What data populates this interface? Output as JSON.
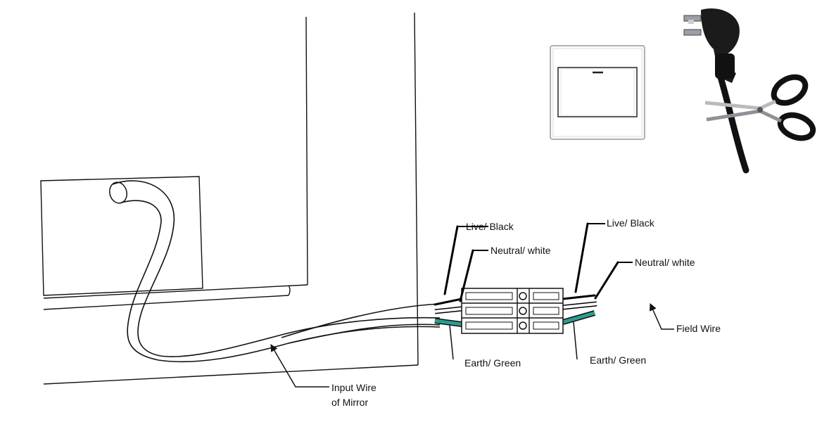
{
  "labels": {
    "input_live": "Live/ Black",
    "input_neutral": "Neutral/ white",
    "input_earth": "Earth/ Green",
    "field_live": "Live/ Black",
    "field_neutral": "Neutral/ white",
    "field_earth": "Earth/ Green",
    "field_wire": "Field Wire",
    "input_wire_line1": "Input Wire",
    "input_wire_line2": "of Mirror"
  },
  "colors": {
    "live": "#000000",
    "neutral": "#ffffff",
    "earth": "#2a9d8f",
    "outline": "#111111"
  },
  "icons": [
    "light-switch-icon",
    "power-plug-icon",
    "scissors-icon"
  ]
}
